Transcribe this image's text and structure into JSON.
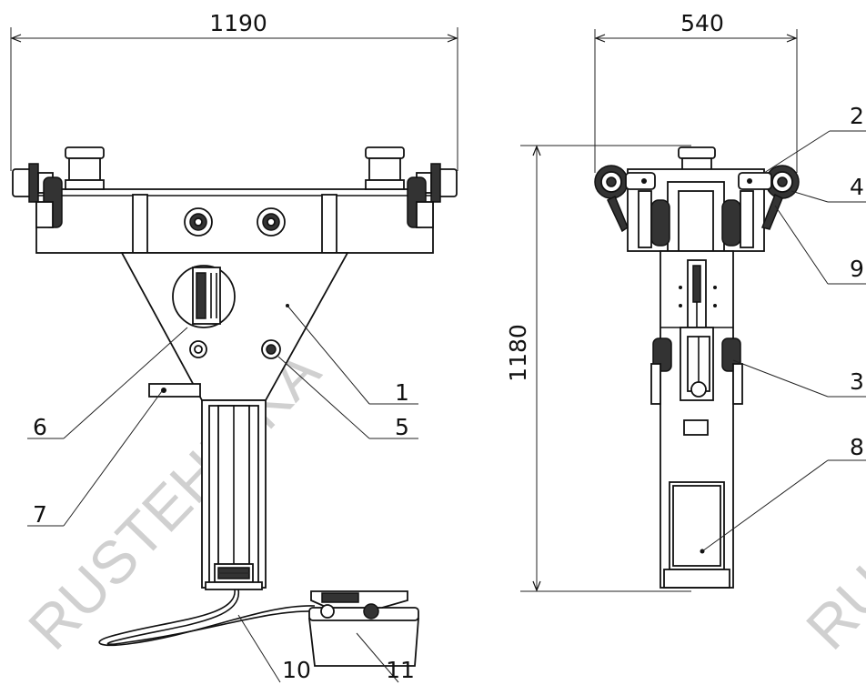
{
  "dimensions": {
    "width_front": "1190",
    "width_side": "540",
    "height_side": "1180"
  },
  "callouts": [
    "1",
    "2",
    "3",
    "4",
    "5",
    "6",
    "7",
    "8",
    "9",
    "10",
    "11"
  ],
  "watermark": {
    "main": "RUSTEHNIKA",
    "edge_right": "RU"
  },
  "colors": {
    "line": "#111111",
    "watermark": "#d0d0d0",
    "fill_dark": "#333333",
    "fill_gray": "#8a8a8a"
  }
}
